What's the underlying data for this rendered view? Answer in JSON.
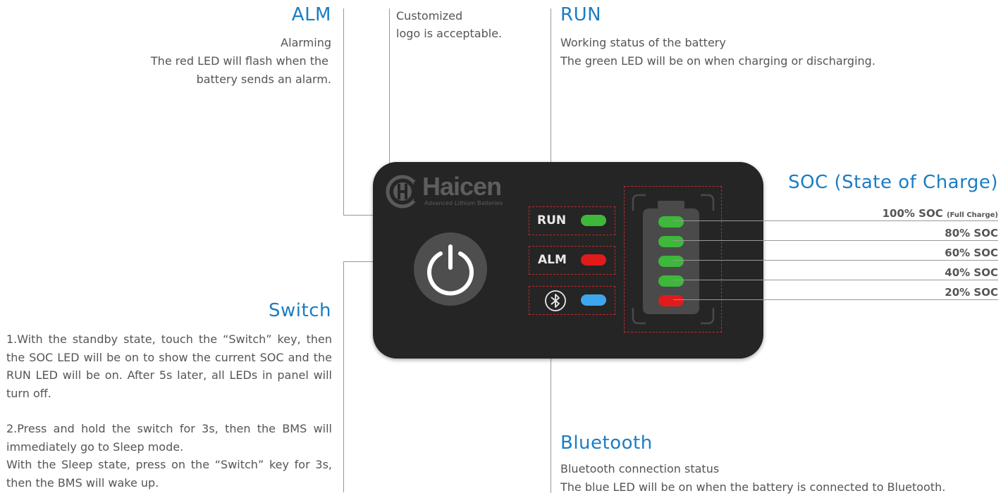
{
  "alm_section": {
    "heading": "ALM",
    "subtitle": "Alarming",
    "description_line1": "The red LED will flash when the",
    "description_line2": "battery sends an alarm."
  },
  "logo_section": {
    "line1": "Customized",
    "line2": "logo is acceptable."
  },
  "run_section": {
    "heading": "RUN",
    "subtitle": "Working status of the battery",
    "description": "The green LED will be on when charging or discharging."
  },
  "switch_section": {
    "heading": "Switch",
    "para1": "1.With the standby state, touch the “Switch” key, then the SOC LED will be on to show the current SOC and the RUN LED will be on. After 5s later, all LEDs in panel will turn off.",
    "para2a": "2.Press and hold the switch for 3s, then the BMS will immediately go to Sleep mode.",
    "para2b": "With the Sleep state, press on the “Switch” key for 3s, then the BMS will wake up."
  },
  "bluetooth_section": {
    "heading": "Bluetooth",
    "subtitle": "Bluetooth connection status",
    "description": "The blue LED will be on when the battery is connected to Bluetooth."
  },
  "soc_section": {
    "heading": "SOC (State of Charge)",
    "levels": [
      {
        "label": "100% SOC",
        "note": "(Full Charge)"
      },
      {
        "label": "80% SOC",
        "note": ""
      },
      {
        "label": "60% SOC",
        "note": ""
      },
      {
        "label": "40% SOC",
        "note": ""
      },
      {
        "label": "20% SOC",
        "note": ""
      }
    ]
  },
  "panel": {
    "logo_name": "Haicen",
    "logo_tagline": "Advanced Lithium Batteries",
    "run_label": "RUN",
    "alm_label": "ALM",
    "icons": {
      "power": "power-icon",
      "bluetooth": "bluetooth-icon",
      "logo": "haicen-logo-icon"
    }
  },
  "colors": {
    "heading": "#1a7dc4",
    "text": "#555555",
    "panel": "#252525",
    "led_green": "#3db83a",
    "led_red": "#e01b1b",
    "led_blue": "#3ea6ee",
    "dashed": "#c0282c"
  }
}
